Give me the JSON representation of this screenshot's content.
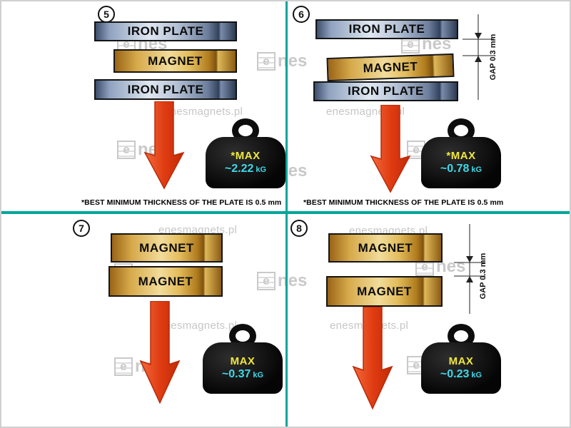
{
  "page": {
    "background": "#ffffff",
    "divider_color": "#00a69a"
  },
  "watermark": {
    "site": "enesmagnets.pl",
    "logo_letter": "e",
    "logo_rest": "nes"
  },
  "panels": [
    {
      "number": "5",
      "stack": [
        {
          "material": "iron",
          "label": "IRON PLATE"
        },
        {
          "material": "magnet",
          "label": "MAGNET"
        },
        {
          "material": "iron",
          "label": "IRON PLATE"
        }
      ],
      "weight": {
        "max": "*MAX",
        "value": "~2.22",
        "unit": "kG"
      },
      "footnote": {
        "text": "*BEST MINIMUM THICKNESS OF THE PLATE IS",
        "bold": "0.5 mm"
      }
    },
    {
      "number": "6",
      "stack": [
        {
          "material": "iron",
          "label": "IRON PLATE"
        },
        {
          "material": "magnet",
          "label": "MAGNET"
        },
        {
          "material": "iron",
          "label": "IRON PLATE"
        }
      ],
      "gap": {
        "label": "GAP 0.3 mm"
      },
      "weight": {
        "max": "*MAX",
        "value": "~0.78",
        "unit": "kG"
      },
      "footnote": {
        "text": "*BEST MINIMUM THICKNESS OF THE PLATE IS",
        "bold": "0.5 mm"
      }
    },
    {
      "number": "7",
      "stack": [
        {
          "material": "magnet",
          "label": "MAGNET"
        },
        {
          "material": "magnet",
          "label": "MAGNET"
        }
      ],
      "weight": {
        "max": "MAX",
        "value": "~0.37",
        "unit": "kG"
      }
    },
    {
      "number": "8",
      "stack": [
        {
          "material": "magnet",
          "label": "MAGNET"
        },
        {
          "material": "magnet",
          "label": "MAGNET"
        }
      ],
      "gap": {
        "label": "GAP 0.3 mm"
      },
      "weight": {
        "max": "MAX",
        "value": "~0.23",
        "unit": "kG"
      }
    }
  ]
}
